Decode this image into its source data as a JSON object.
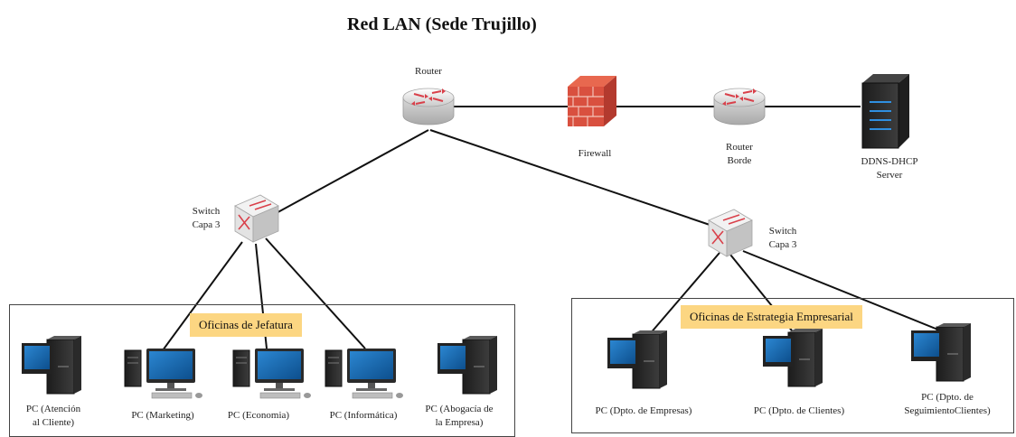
{
  "title": "Red LAN (Sede Trujillo)",
  "nodes": {
    "router": "Router",
    "firewall": "Firewall",
    "router_borde": "Router\nBorde",
    "server": "DDNS-DHCP\nServer",
    "switch_left": "Switch\nCapa 3",
    "switch_right": "Switch\nCapa 3"
  },
  "groups": {
    "jefatura": "Oficinas de Jefatura",
    "estrategia": "Oficinas de Estrategia Empresarial"
  },
  "pcs_left": [
    "PC (Atención\nal Cliente)",
    "PC (Marketing)",
    "PC (Economia)",
    "PC (Informática)",
    "PC (Abogacía de\nla Empresa)"
  ],
  "pcs_right": [
    "PC (Dpto. de Empresas)",
    "PC (Dpto. de Clientes)",
    "PC (Dpto. de\nSeguimientoClientes)"
  ],
  "colors": {
    "accent_label": "#fcd682",
    "device_red": "#d9404a",
    "monitor_blue": "#1f6fb2"
  }
}
